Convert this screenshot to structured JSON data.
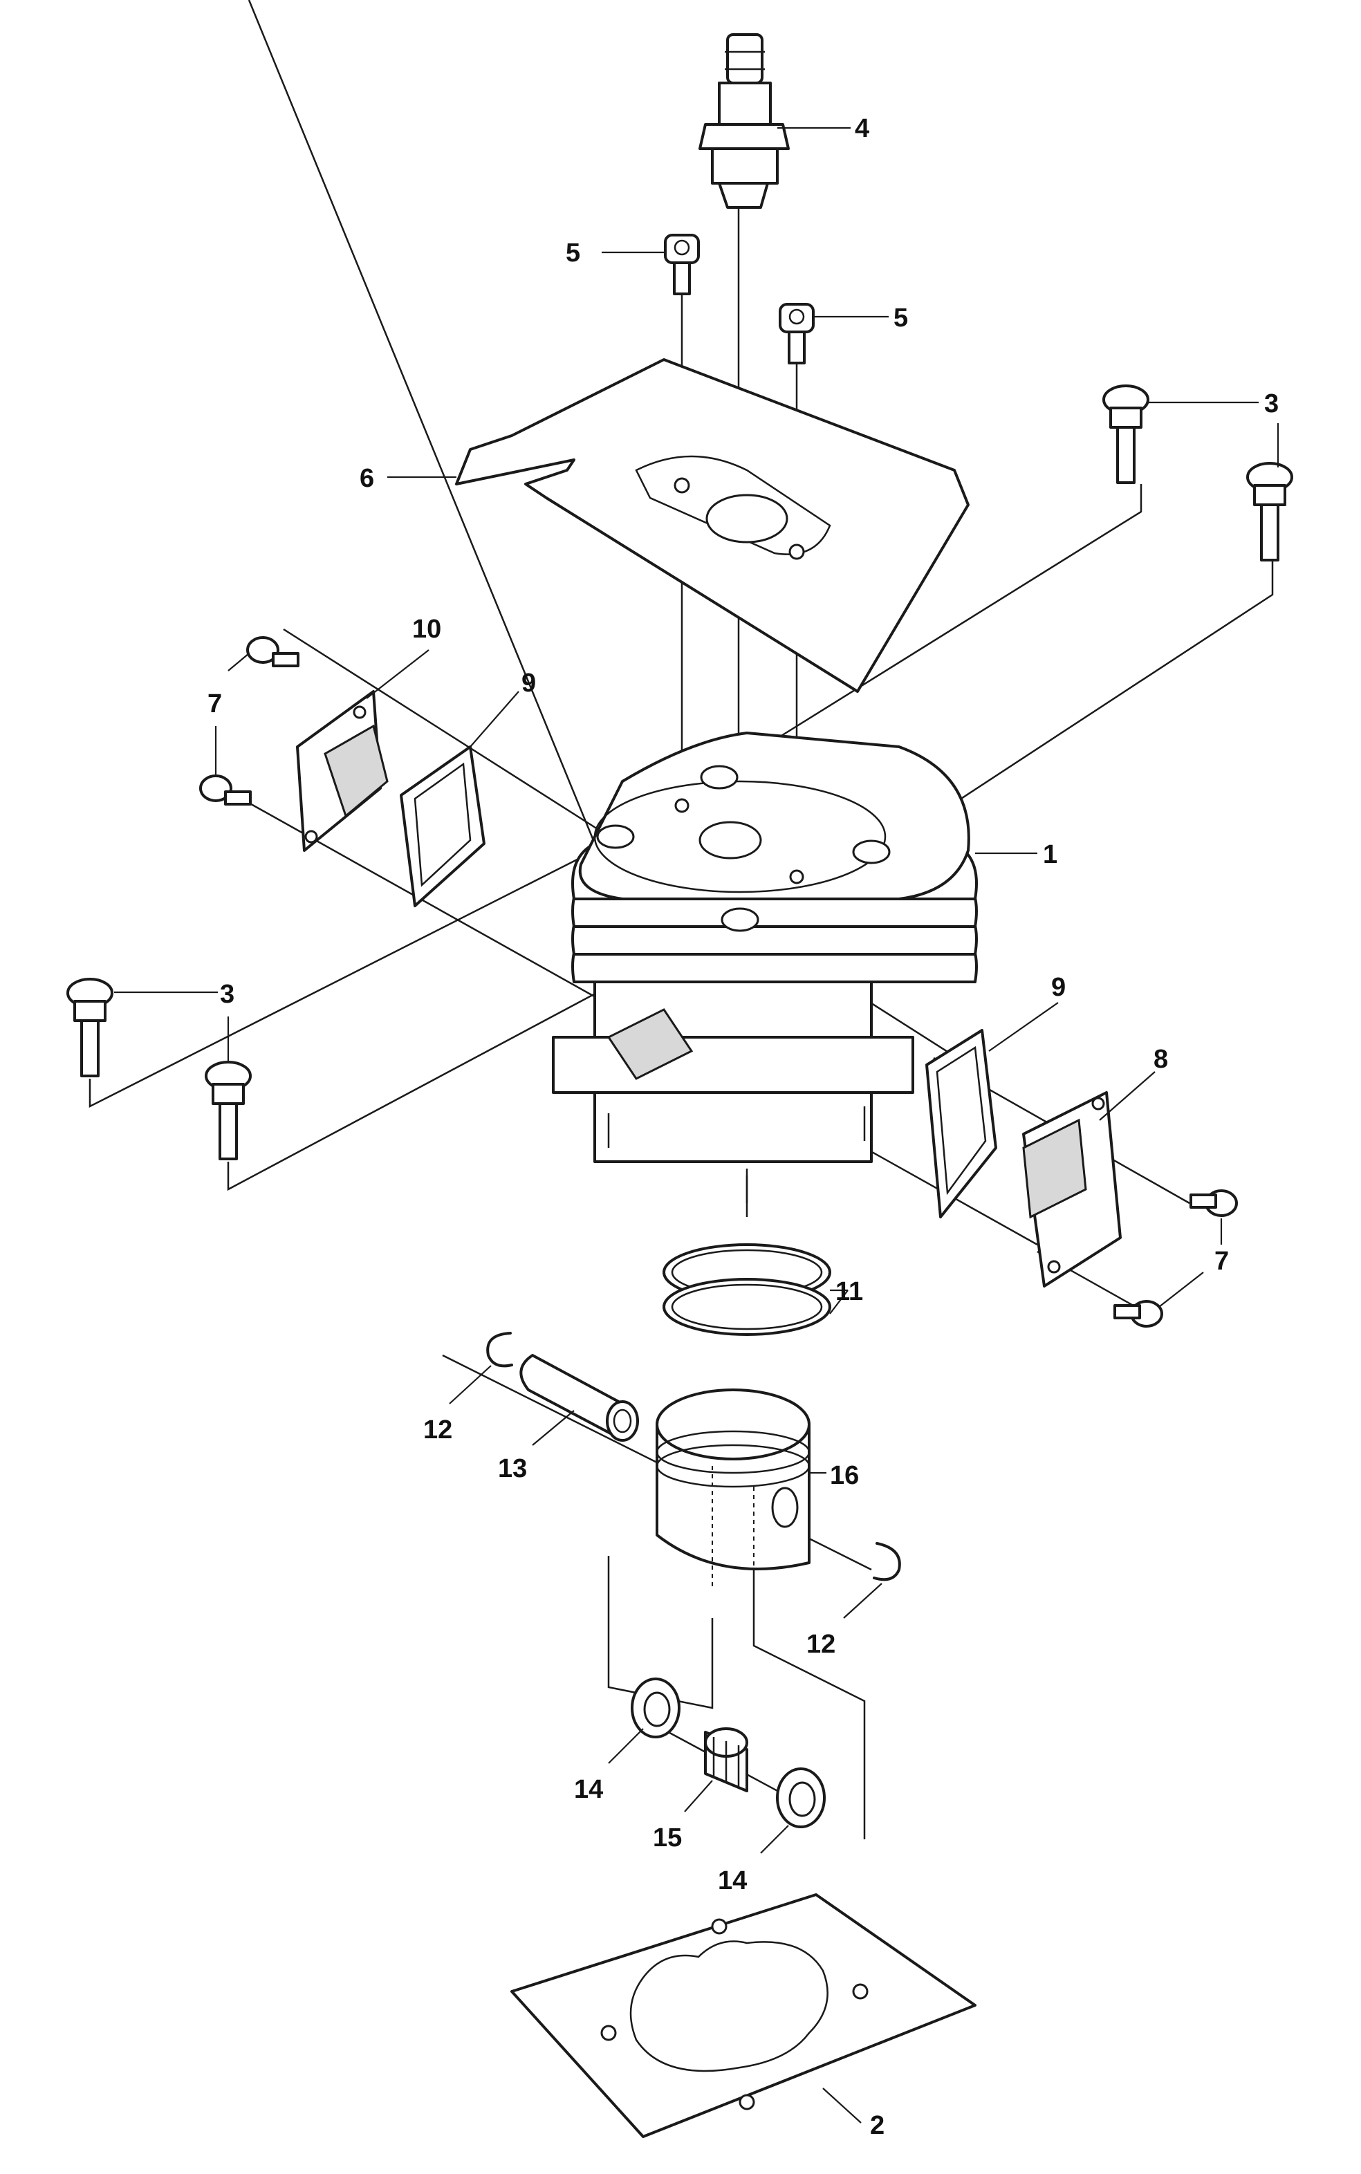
{
  "callouts": [
    {
      "id": "4",
      "text": "4"
    },
    {
      "id": "5a",
      "text": "5"
    },
    {
      "id": "5b",
      "text": "5"
    },
    {
      "id": "3a",
      "text": "3"
    },
    {
      "id": "6",
      "text": "6"
    },
    {
      "id": "10",
      "text": "10"
    },
    {
      "id": "9a",
      "text": "9"
    },
    {
      "id": "7a",
      "text": "7"
    },
    {
      "id": "1",
      "text": "1"
    },
    {
      "id": "3b",
      "text": "3"
    },
    {
      "id": "9b",
      "text": "9"
    },
    {
      "id": "8",
      "text": "8"
    },
    {
      "id": "7b",
      "text": "7"
    },
    {
      "id": "11",
      "text": "11"
    },
    {
      "id": "12a",
      "text": "12"
    },
    {
      "id": "13",
      "text": "13"
    },
    {
      "id": "16",
      "text": "16"
    },
    {
      "id": "12b",
      "text": "12"
    },
    {
      "id": "14a",
      "text": "14"
    },
    {
      "id": "15",
      "text": "15"
    },
    {
      "id": "14b",
      "text": "14"
    },
    {
      "id": "2",
      "text": "2"
    }
  ]
}
